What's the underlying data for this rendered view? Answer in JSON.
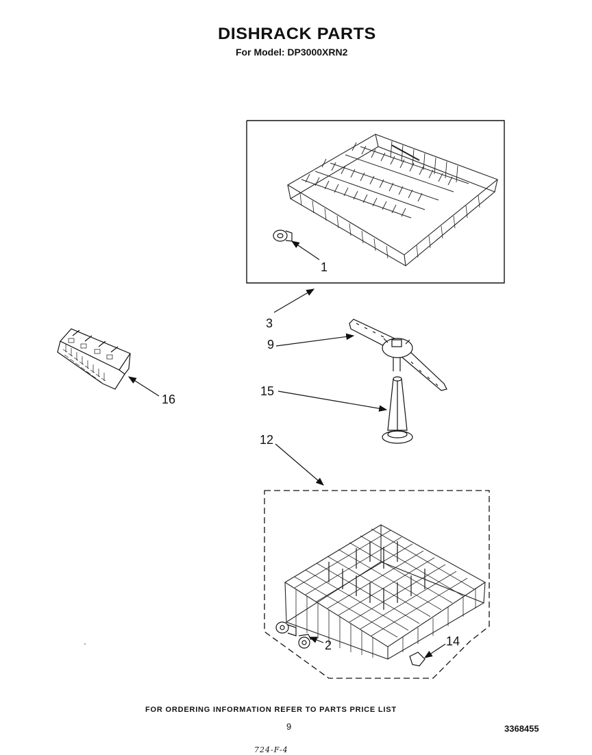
{
  "header": {
    "title": "DISHRACK PARTS",
    "model_line": "For Model: DP3000XRN2"
  },
  "callouts": {
    "c1": "1",
    "c2": "2",
    "c3": "3",
    "c9": "9",
    "c12": "12",
    "c14": "14",
    "c15": "15",
    "c16": "16"
  },
  "footer": {
    "ordering_note": "FOR ORDERING INFORMATION REFER TO PARTS PRICE LIST",
    "page_number": "9",
    "document_number": "3368455",
    "handwritten_mark": "724-F-4"
  }
}
